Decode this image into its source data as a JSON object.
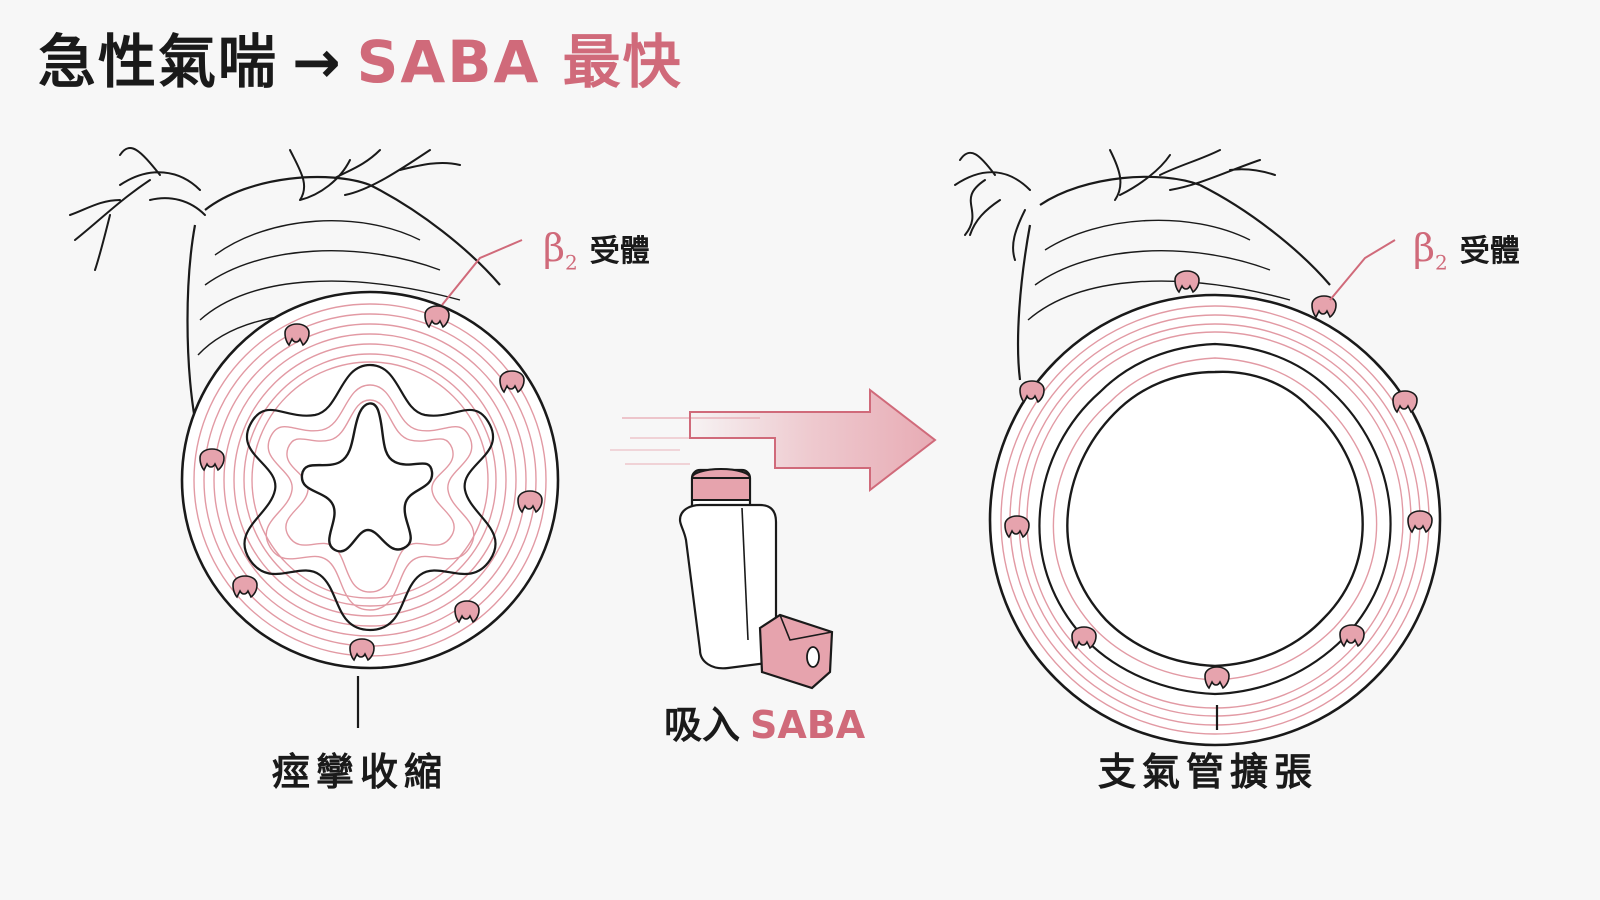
{
  "title": {
    "prefix": "急性氣喘",
    "arrow": "→",
    "highlight": "SABA 最快"
  },
  "receptor_label": {
    "symbol": "β",
    "subscript": "2",
    "text": "受體"
  },
  "left": {
    "caption": "痙攣收縮"
  },
  "right": {
    "caption": "支氣管擴張"
  },
  "center": {
    "inhale_prefix": "吸入",
    "inhale_drug": "SABA"
  },
  "colors": {
    "accent": "#d06a7a",
    "muscle": "#e29aa4",
    "receptor_fill": "#e6a3ad",
    "ink": "#1a1a1a",
    "background": "#f7f7f7"
  },
  "icons": [
    "airway-cross-section",
    "beta2-receptor-icon",
    "inhaler-icon",
    "arrow-right-icon"
  ]
}
